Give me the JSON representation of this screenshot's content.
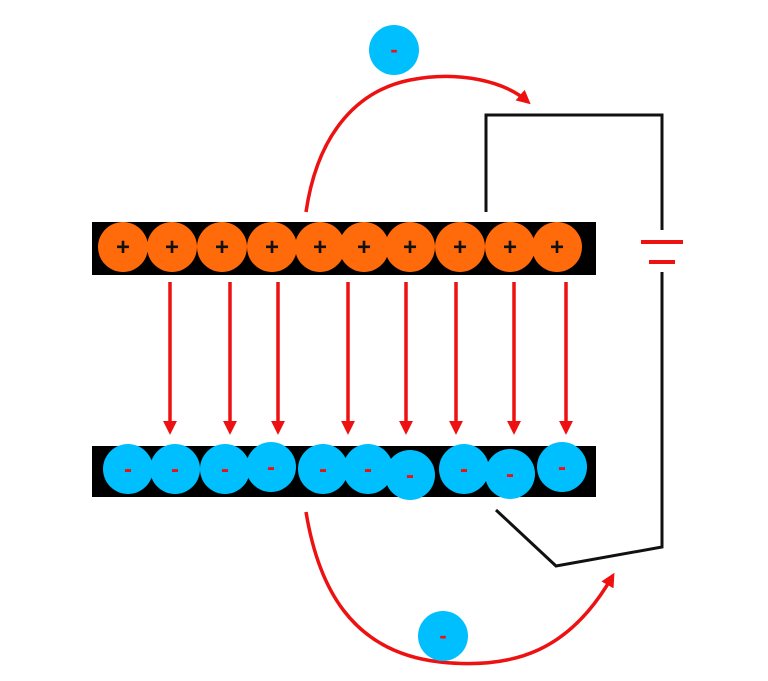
{
  "diagram": {
    "positive_symbol": "+",
    "negative_symbol": "-",
    "positive_charge_count": 10,
    "negative_charge_count": 10,
    "field_line_count": 8,
    "colors": {
      "plate": "#000000",
      "positive_charge": "#ff6a0a",
      "negative_charge": "#00bfff",
      "field_arrow": "#ee1111",
      "current_arrow": "#ee1111",
      "wire": "#111111",
      "battery": "#ee1111",
      "positive_sign": "#111111",
      "negative_sign": "#ee1111"
    },
    "icons": {
      "battery": "battery-symbol-icon",
      "electron": "electron-icon"
    }
  }
}
